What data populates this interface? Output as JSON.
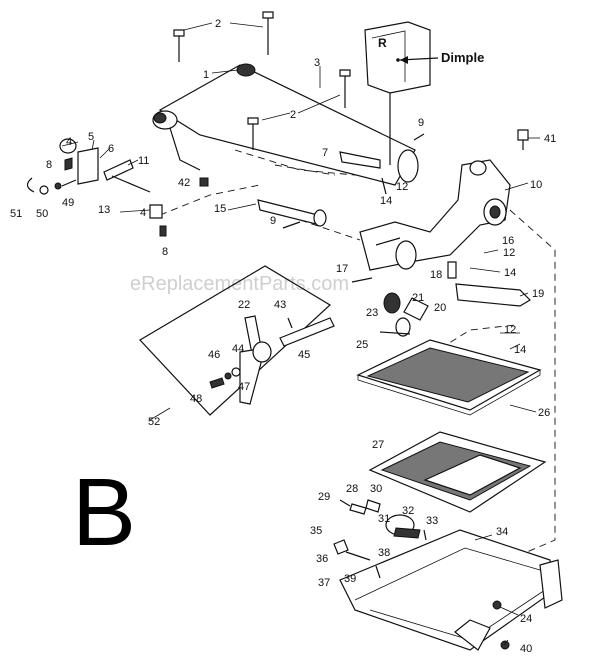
{
  "section_letter": "B",
  "watermark": "eReplacementParts.com",
  "callout": {
    "letter": "R",
    "label": "Dimple"
  },
  "labels": {
    "p1": "1",
    "p2a": "2",
    "p2b": "2",
    "p3": "3",
    "p4a": "4",
    "p4b": "4",
    "p5": "5",
    "p6": "6",
    "p7": "7",
    "p8a": "8",
    "p8b": "8",
    "p9a": "9",
    "p9b": "9",
    "p10": "10",
    "p11": "11",
    "p12a": "12",
    "p12b": "12",
    "p12c": "12",
    "p13": "13",
    "p14a": "14",
    "p14b": "14",
    "p14c": "14",
    "p15": "15",
    "p16": "16",
    "p17": "17",
    "p18": "18",
    "p19": "19",
    "p20": "20",
    "p21": "21",
    "p22": "22",
    "p23": "23",
    "p24": "24",
    "p25": "25",
    "p26": "26",
    "p27": "27",
    "p28": "28",
    "p29": "29",
    "p30": "30",
    "p31": "31",
    "p32": "32",
    "p33": "33",
    "p34": "34",
    "p35": "35",
    "p36": "36",
    "p37": "37",
    "p38": "38",
    "p39": "39",
    "p40": "40",
    "p41": "41",
    "p42": "42",
    "p43": "43",
    "p44": "44",
    "p45": "45",
    "p46": "46",
    "p47": "47",
    "p48": "48",
    "p49": "49",
    "p50": "50",
    "p51": "51",
    "p52": "52"
  }
}
